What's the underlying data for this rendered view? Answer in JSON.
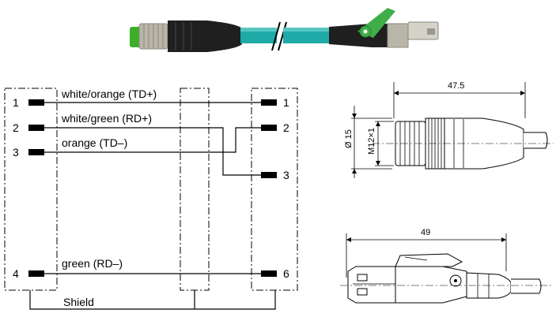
{
  "colors": {
    "cable": "#1faaa7",
    "cable_dark": "#13807d",
    "connector_green": "#3cae2a",
    "latch_green": "#3fae49",
    "metal": "#b9b5a9",
    "sleeve": "#1f1f1f"
  },
  "wiring": {
    "left_pins": [
      "1",
      "2",
      "3",
      "4"
    ],
    "right_pins": [
      "1",
      "2",
      "3",
      "6"
    ],
    "wires": [
      {
        "label": "white/orange (TD+)",
        "from": "1",
        "to": "1"
      },
      {
        "label": "white/green (RD+)",
        "from": "2",
        "to": "3"
      },
      {
        "label": "orange (TD–)",
        "from": "3",
        "to": "2"
      },
      {
        "label": "green (RD–)",
        "from": "4",
        "to": "6"
      }
    ],
    "shield_label": "Shield"
  },
  "m12_drawing": {
    "length": "47.5",
    "diameter": "Ø 15",
    "thread": "M12×1"
  },
  "rj45_drawing": {
    "length": "49"
  }
}
